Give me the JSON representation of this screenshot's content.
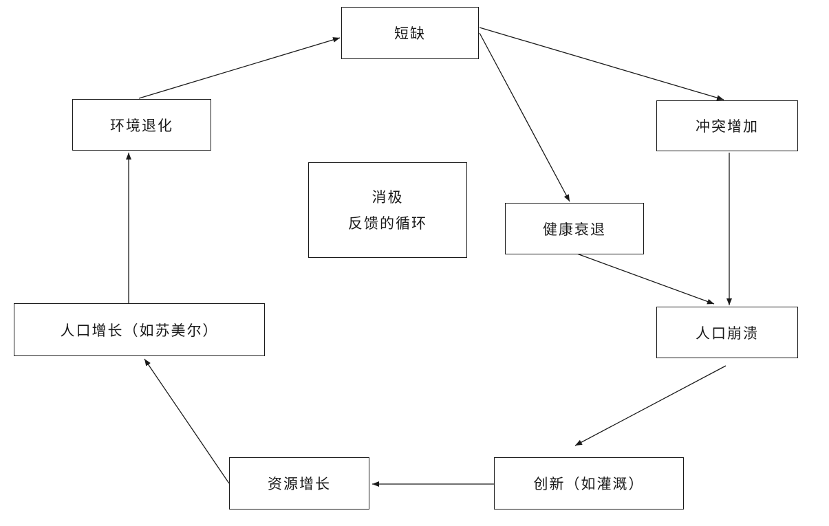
{
  "diagram": {
    "nodes": {
      "shortage": "短缺",
      "conflict": "冲突增加",
      "environment": "环境退化",
      "center_line1": "消极",
      "center_line2": "反馈的循环",
      "health": "健康衰退",
      "population_growth": "人口增长（如苏美尔）",
      "population_collapse": "人口崩溃",
      "resource_growth": "资源增长",
      "innovation": "创新（如灌溉）"
    },
    "edges": [
      {
        "from": "shortage",
        "to": "conflict"
      },
      {
        "from": "shortage",
        "to": "health"
      },
      {
        "from": "conflict",
        "to": "population_collapse"
      },
      {
        "from": "health",
        "to": "population_collapse"
      },
      {
        "from": "population_collapse",
        "to": "innovation"
      },
      {
        "from": "innovation",
        "to": "resource_growth"
      },
      {
        "from": "resource_growth",
        "to": "population_growth"
      },
      {
        "from": "population_growth",
        "to": "environment"
      },
      {
        "from": "environment",
        "to": "shortage"
      }
    ],
    "colors": {
      "stroke": "#1a1a1a",
      "background": "#ffffff"
    }
  }
}
